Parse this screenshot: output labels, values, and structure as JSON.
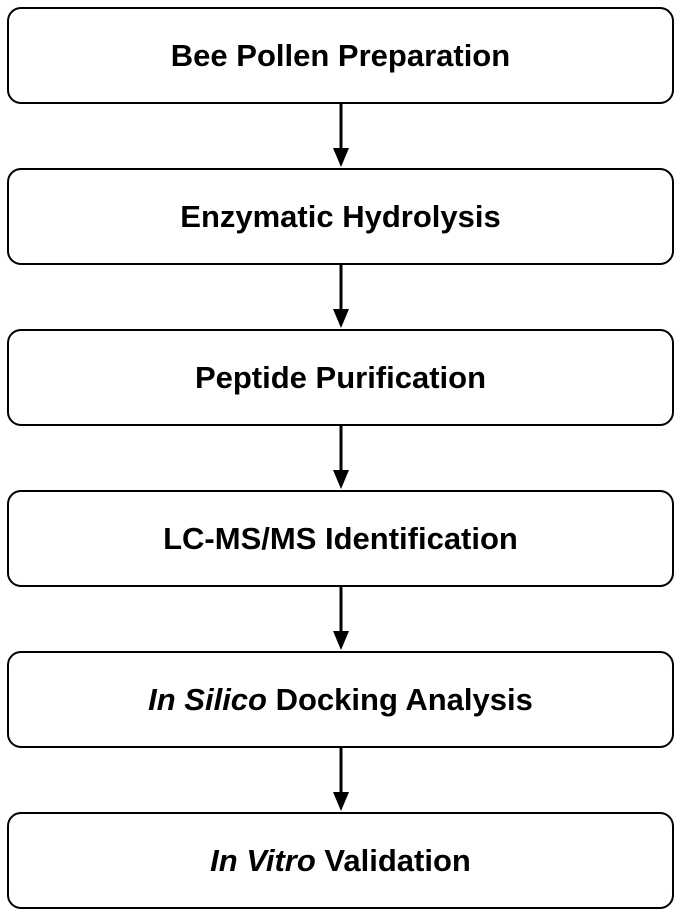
{
  "steps": [
    {
      "italic": "",
      "text": "Bee Pollen Preparation"
    },
    {
      "italic": "",
      "text": "Enzymatic Hydrolysis"
    },
    {
      "italic": "",
      "text": "Peptide Purification"
    },
    {
      "italic": "",
      "text": "LC-MS/MS Identification"
    },
    {
      "italic": "In Silico",
      "text": " Docking Analysis"
    },
    {
      "italic": "In Vitro",
      "text": " Validation"
    }
  ],
  "colors": {
    "stroke": "#000000",
    "fill": "#ffffff",
    "text": "#000000"
  }
}
